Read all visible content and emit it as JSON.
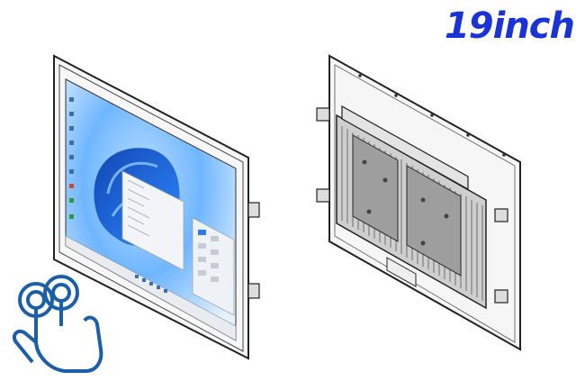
{
  "label": {
    "size_text": "19inch",
    "color": "#1a33d6"
  },
  "colors": {
    "line": "#1e1e1e",
    "frame": "#f4f4f4",
    "wallpaper": "#1f5fd6",
    "window": "#f1f3f6",
    "touch_icon": "#1b5fa8"
  },
  "icons": {
    "touch": "two-finger-touch-icon",
    "front": "front-panel-monitor",
    "back": "rear-heatsink-monitor"
  }
}
